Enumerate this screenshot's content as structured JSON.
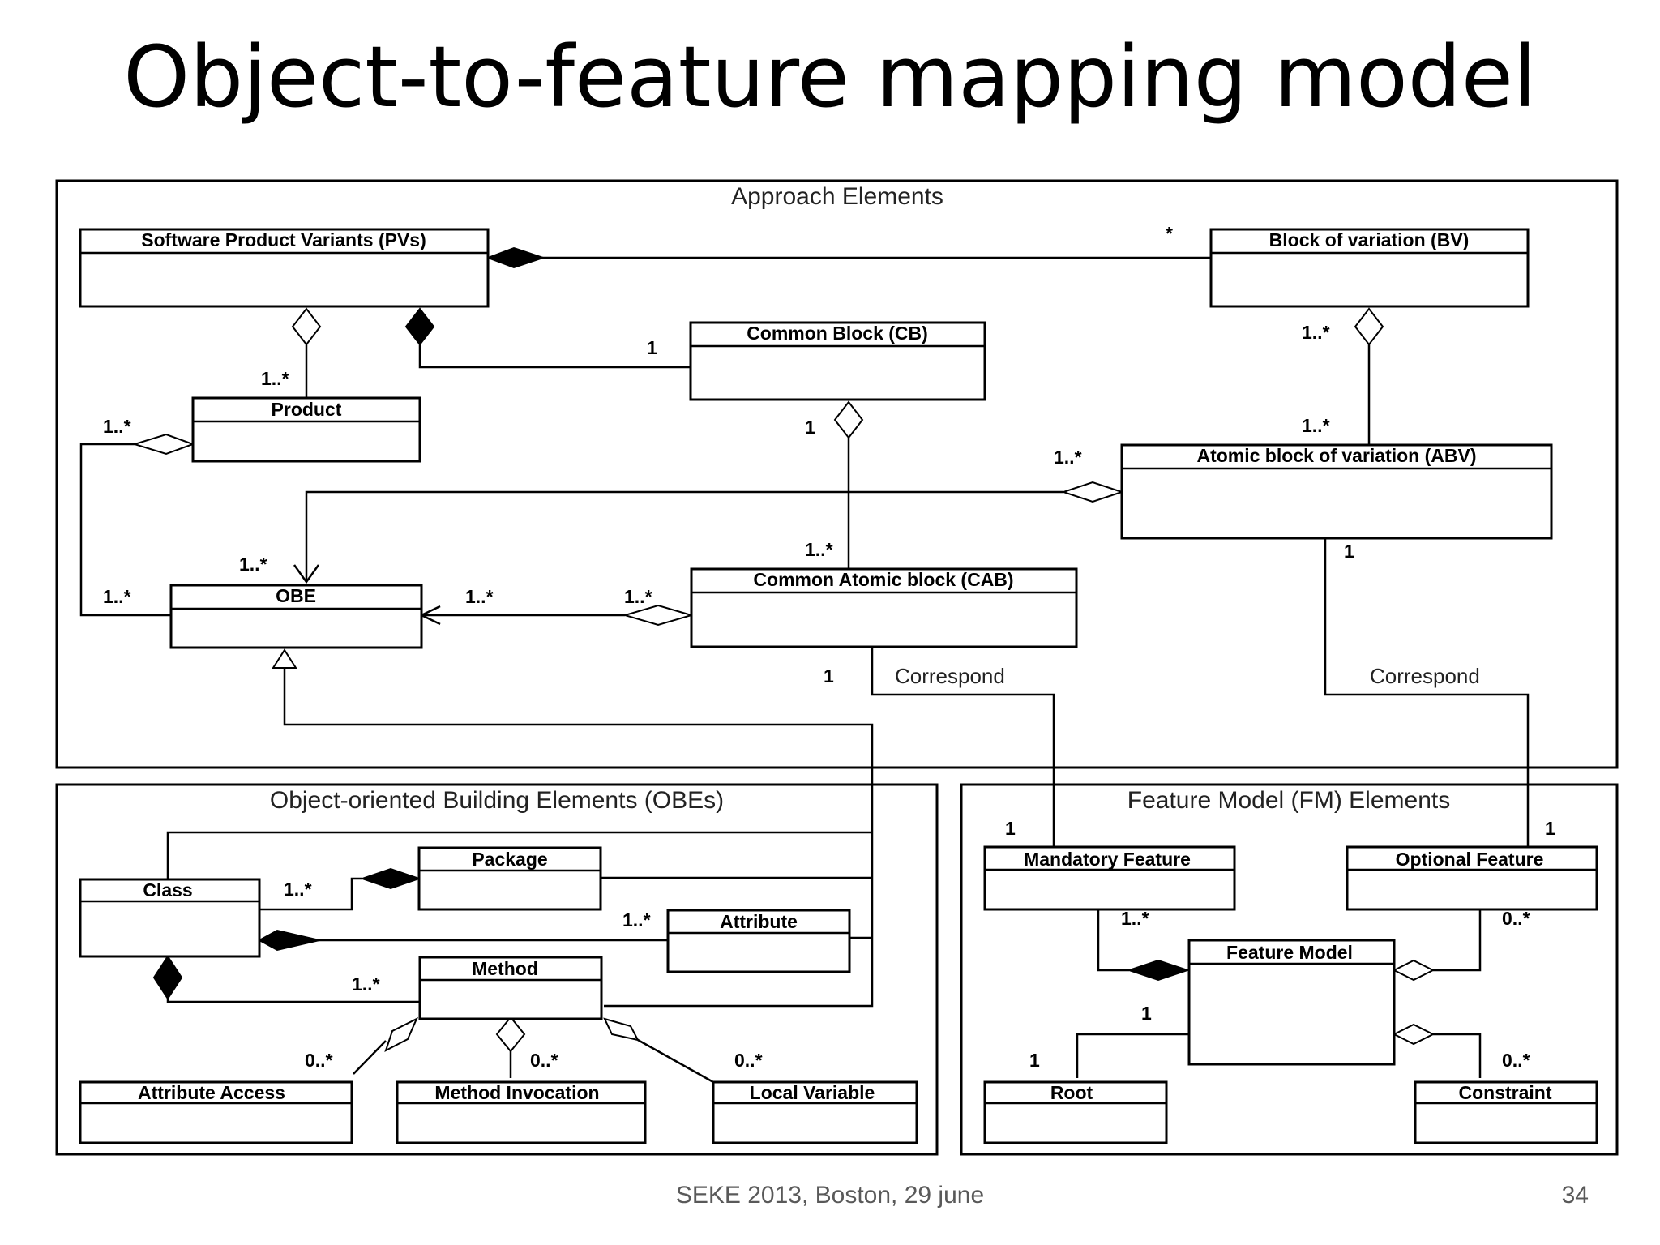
{
  "title": "Object-to-feature mapping model",
  "footer": {
    "event": "SEKE 2013, Boston, 29 june",
    "page": "34"
  },
  "frames": {
    "approach": "Approach Elements",
    "obe": "Object-oriented Building Elements (OBEs)",
    "fm": "Feature Model (FM) Elements"
  },
  "classes": {
    "pvs": "Software Product Variants (PVs)",
    "bv": "Block of variation (BV)",
    "cb": "Common Block  (CB)",
    "product": "Product",
    "abv": "Atomic block of  variation (ABV)",
    "obe": "OBE",
    "cab": "Common Atomic block (CAB)",
    "class": "Class",
    "package": "Package",
    "attribute": "Attribute",
    "method": "Method",
    "attribute_access": "Attribute Access",
    "method_invocation": "Method Invocation",
    "local_variable": "Local Variable",
    "mandatory_feature": "Mandatory Feature",
    "optional_feature": "Optional  Feature",
    "feature_model": "Feature Model",
    "root": "Root",
    "constraint": "Constraint"
  },
  "relations": {
    "correspond_cab": "Correspond",
    "correspond_abv": "Correspond"
  },
  "multiplicities": {
    "pvs_bv": "*",
    "pvs_cb": "1",
    "pvs_product": "1..*",
    "bv_abv_top": "1..*",
    "bv_abv_bottom": "1..*",
    "cb_cab_top": "1",
    "cb_cab_bottom": "1..*",
    "product_obe_top": "1..*",
    "product_obe_bottom": "1..*",
    "abv_obe_left": "1..*",
    "abv_obe_arrow": "1..*",
    "cab_obe_left": "1..*",
    "cab_obe_right": "1..*",
    "abv_down": "1",
    "cab_down": "1",
    "mandatory_top": "1",
    "optional_top": "1",
    "class_package": "1..*",
    "class_attribute": "1..*",
    "class_method": "1..*",
    "method_attribute_access": "0..*",
    "method_invocation": "0..*",
    "method_local_variable": "0..*",
    "fm_mandatory": "1..*",
    "fm_optional": "0..*",
    "fm_root_top": "1",
    "fm_root_bottom": "1",
    "fm_constraint": "0..*"
  }
}
